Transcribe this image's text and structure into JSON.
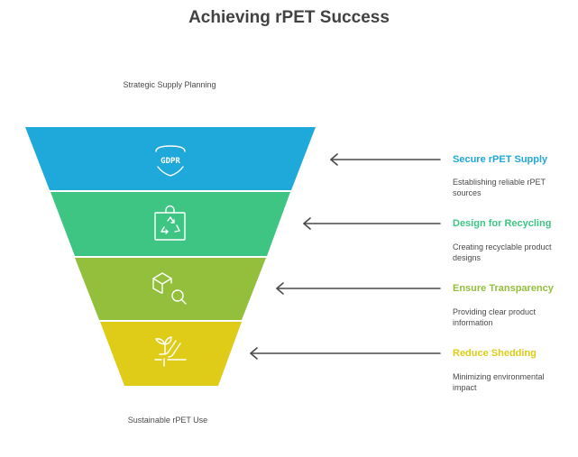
{
  "title": "Achieving rPET Success",
  "top_caption": "Strategic Supply Planning",
  "bottom_caption": "Sustainable rPET Use",
  "stages": [
    {
      "title": "Secure rPET Supply",
      "description": "Establishing reliable rPET sources",
      "color": "#1FA8DA",
      "icon": "gdpr-shield-icon"
    },
    {
      "title": "Design for Recycling",
      "description": "Creating recyclable product designs",
      "color": "#3EC583",
      "icon": "recycle-bag-icon"
    },
    {
      "title": "Ensure Transparency",
      "description": "Providing clear product information",
      "color": "#93BF3D",
      "icon": "box-search-icon"
    },
    {
      "title": "Reduce Shedding",
      "description": "Minimizing environmental impact",
      "color": "#DFCC18",
      "icon": "plant-hand-icon"
    }
  ],
  "icon_text": {
    "gdpr": "GDPR"
  },
  "arrow_color": "#4a4a4a"
}
